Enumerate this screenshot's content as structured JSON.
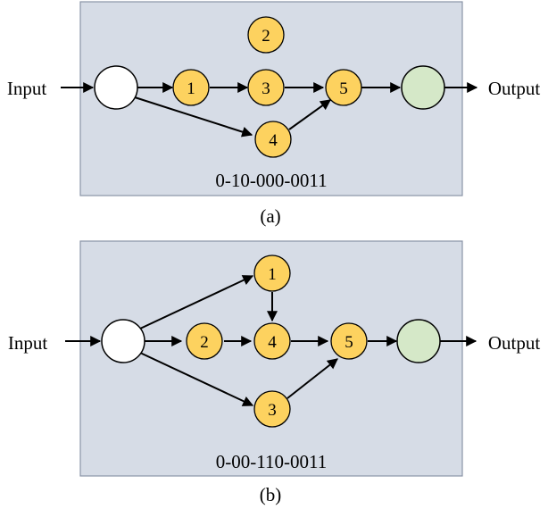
{
  "colors": {
    "panel_fill": "#d6dce6",
    "panel_border": "#8a94a6",
    "op_node_fill": "#fdd25f",
    "input_node_fill": "#ffffff",
    "output_node_fill": "#d5e8c8",
    "edge": "#000000"
  },
  "panels": [
    {
      "id": "a",
      "caption": "(a)",
      "code": "0-10-000-0011",
      "input_label": "Input",
      "output_label": "Output",
      "nodes": [
        {
          "id": "in",
          "kind": "input",
          "label": ""
        },
        {
          "id": "n1",
          "kind": "op",
          "label": "1"
        },
        {
          "id": "n2",
          "kind": "op",
          "label": "2"
        },
        {
          "id": "n3",
          "kind": "op",
          "label": "3"
        },
        {
          "id": "n4",
          "kind": "op",
          "label": "4"
        },
        {
          "id": "n5",
          "kind": "op",
          "label": "5"
        },
        {
          "id": "out",
          "kind": "output",
          "label": ""
        }
      ],
      "edges": [
        [
          "in",
          "n1"
        ],
        [
          "n1",
          "n3"
        ],
        [
          "in",
          "n4"
        ],
        [
          "n3",
          "n5"
        ],
        [
          "n4",
          "n5"
        ],
        [
          "n5",
          "out"
        ]
      ]
    },
    {
      "id": "b",
      "caption": "(b)",
      "code": "0-00-110-0011",
      "input_label": "Input",
      "output_label": "Output",
      "nodes": [
        {
          "id": "in",
          "kind": "input",
          "label": ""
        },
        {
          "id": "n1",
          "kind": "op",
          "label": "1"
        },
        {
          "id": "n2",
          "kind": "op",
          "label": "2"
        },
        {
          "id": "n3",
          "kind": "op",
          "label": "3"
        },
        {
          "id": "n4",
          "kind": "op",
          "label": "4"
        },
        {
          "id": "n5",
          "kind": "op",
          "label": "5"
        },
        {
          "id": "out",
          "kind": "output",
          "label": ""
        }
      ],
      "edges": [
        [
          "in",
          "n1"
        ],
        [
          "in",
          "n2"
        ],
        [
          "in",
          "n3"
        ],
        [
          "n1",
          "n4"
        ],
        [
          "n2",
          "n4"
        ],
        [
          "n4",
          "n5"
        ],
        [
          "n3",
          "n5"
        ],
        [
          "n5",
          "out"
        ]
      ]
    }
  ]
}
